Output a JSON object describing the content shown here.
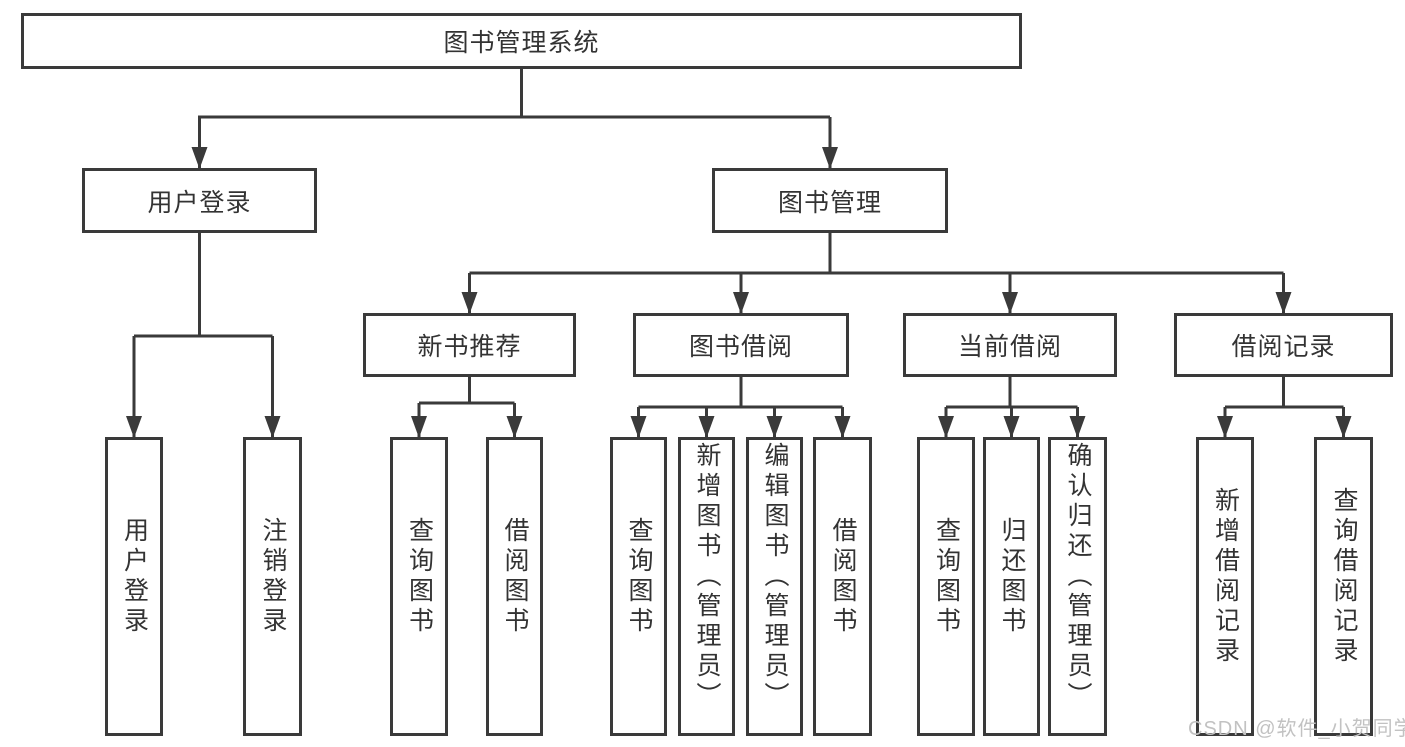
{
  "diagram": {
    "root": {
      "label": "图书管理系统",
      "children": [
        {
          "label": "用户登录",
          "children": [
            {
              "label": "用户登录"
            },
            {
              "label": "注销登录"
            }
          ]
        },
        {
          "label": "图书管理",
          "children": [
            {
              "label": "新书推荐",
              "children": [
                {
                  "label": "查询图书"
                },
                {
                  "label": "借阅图书"
                }
              ]
            },
            {
              "label": "图书借阅",
              "children": [
                {
                  "label": "查询图书"
                },
                {
                  "label": "新增图书（管理员）"
                },
                {
                  "label": "编辑图书（管理员）"
                },
                {
                  "label": "借阅图书"
                }
              ]
            },
            {
              "label": "当前借阅",
              "children": [
                {
                  "label": "查询图书"
                },
                {
                  "label": "归还图书"
                },
                {
                  "label": "确认归还（管理员）"
                }
              ]
            },
            {
              "label": "借阅记录",
              "children": [
                {
                  "label": "新增借阅记录"
                },
                {
                  "label": "查询借阅记录"
                }
              ]
            }
          ]
        }
      ]
    },
    "colors": {
      "line": "#3a3a3a",
      "text": "#333333",
      "node_fill": "#ffffff",
      "background": "#ffffff",
      "watermark": "#c2c2c2"
    }
  },
  "watermark": {
    "text": "CSDN @软件_小贺同学"
  }
}
